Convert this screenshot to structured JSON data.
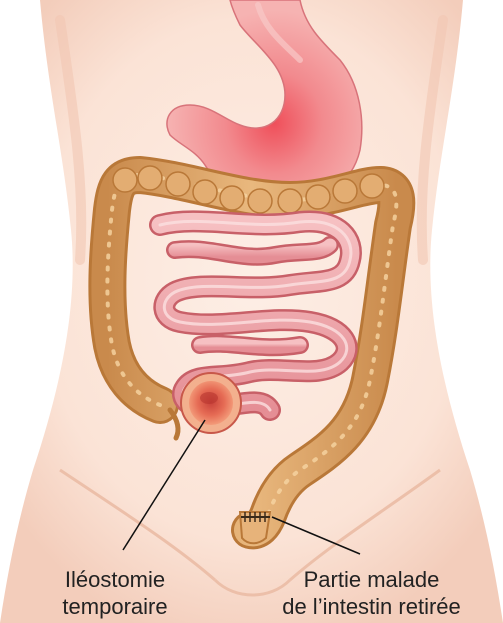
{
  "labels": {
    "ileostomy": {
      "line1": "Iléostomie",
      "line2": "temporaire"
    },
    "removed_part": {
      "line1": "Partie malade",
      "line2": "de l’intestin retirée"
    }
  },
  "colors": {
    "skin": "#fbe3d6",
    "skin_shadow": "#f2c8b6",
    "stomach": "#f2a0a2",
    "stomach_hot": "#ef5a62",
    "colon": "#e0a86a",
    "colon_edge": "#b97838",
    "small_intestine": "#f0a3a8",
    "small_intestine_edge": "#c86068",
    "stoma": "#e05848",
    "leader_line": "#111111"
  },
  "icons": {
    "body_torso": "torso-illustration",
    "stomach": "stomach-illustration",
    "colon": "large-intestine-illustration",
    "small_intestine": "small-intestine-illustration",
    "stoma": "stoma-illustration",
    "suture": "suture-illustration"
  }
}
